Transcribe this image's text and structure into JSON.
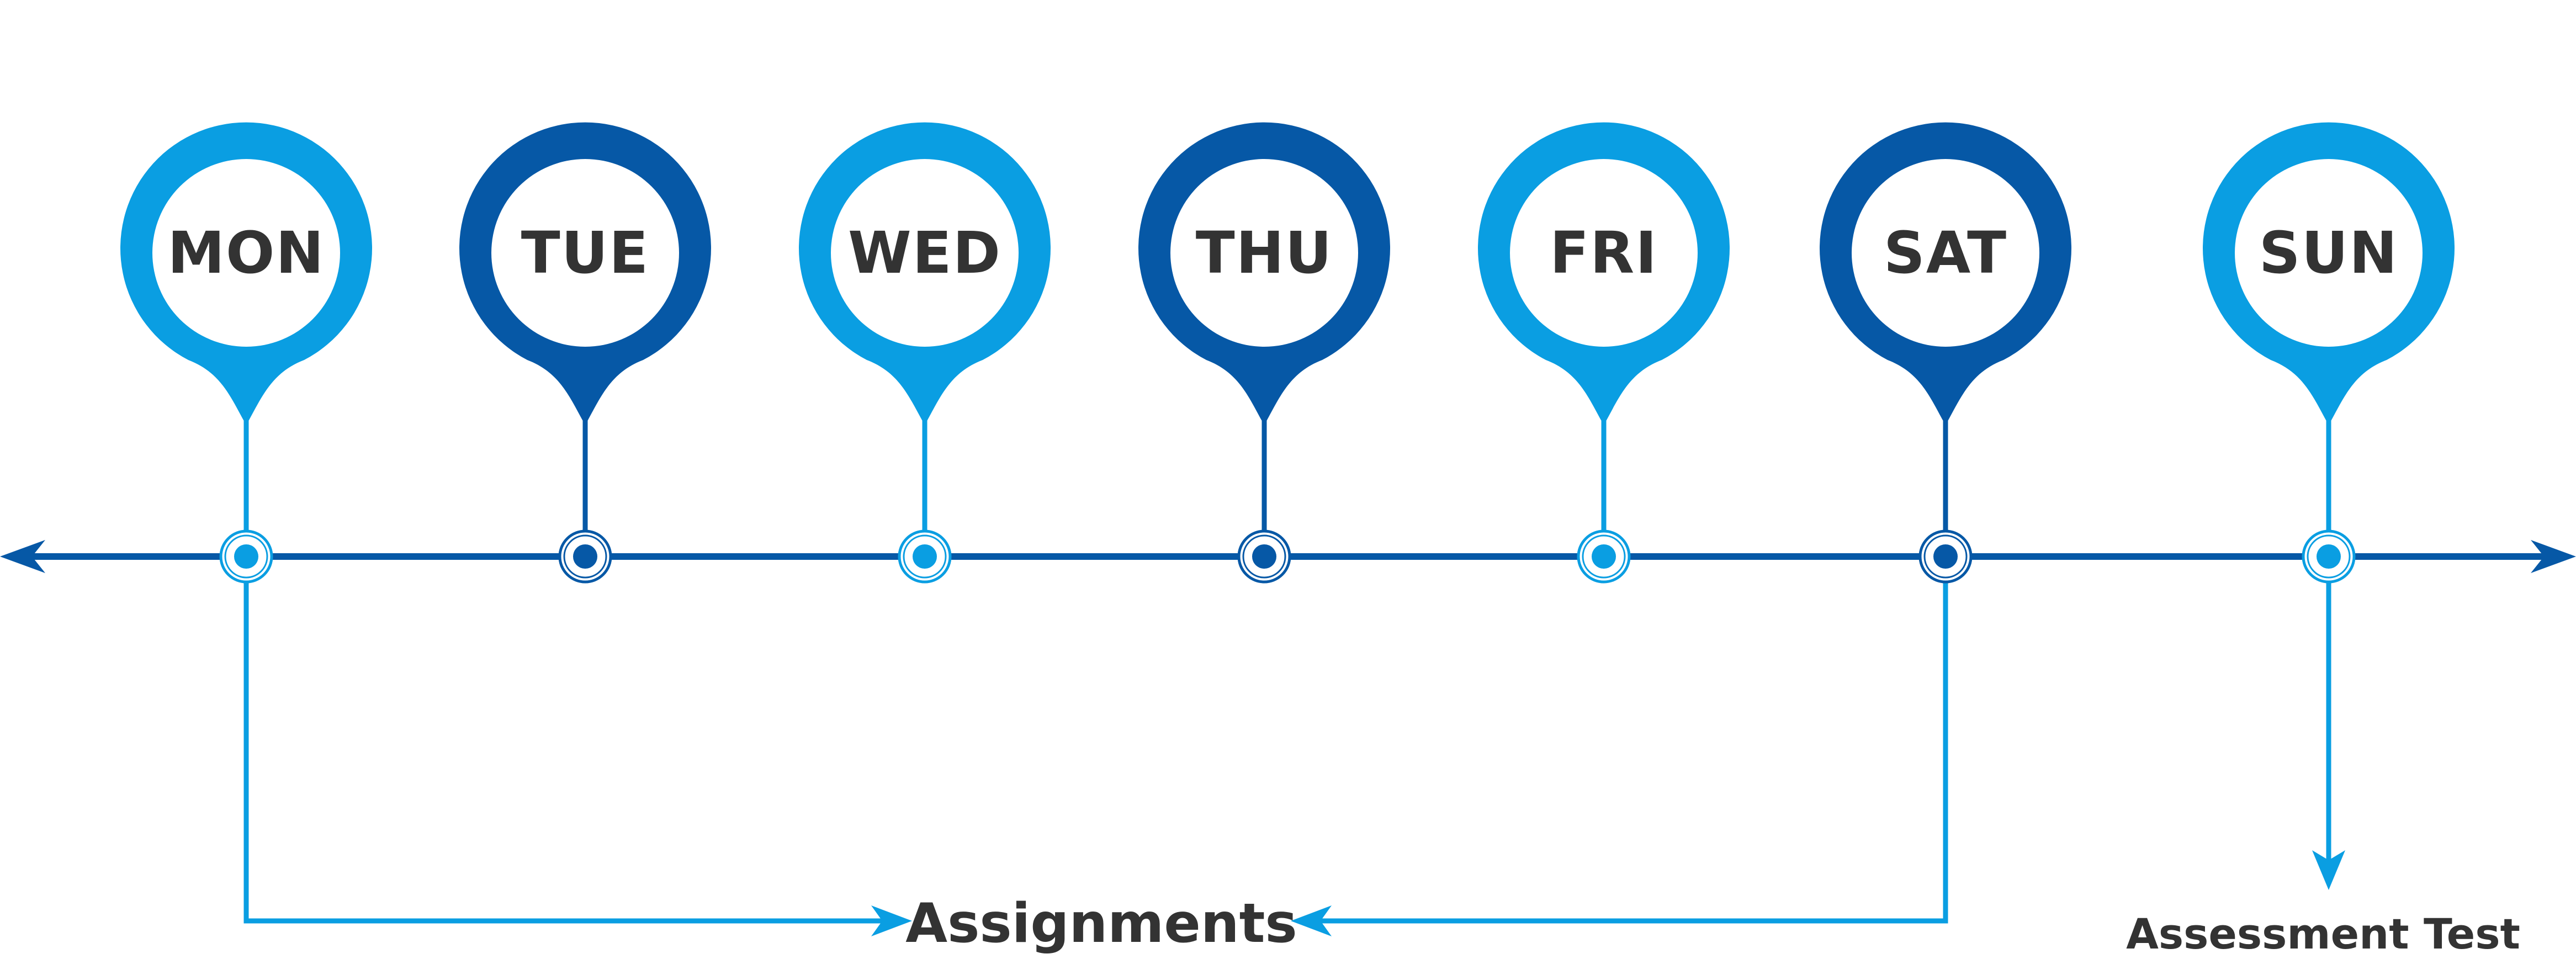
{
  "colors": {
    "light_blue": "#0A9EE2",
    "dark_blue": "#0658A6",
    "text": "#333333",
    "background": "#FFFFFF"
  },
  "days": [
    {
      "label": "MON",
      "color": "light_blue"
    },
    {
      "label": "TUE",
      "color": "dark_blue"
    },
    {
      "label": "WED",
      "color": "light_blue"
    },
    {
      "label": "THU",
      "color": "dark_blue"
    },
    {
      "label": "FRI",
      "color": "light_blue"
    },
    {
      "label": "SAT",
      "color": "dark_blue"
    },
    {
      "label": "SUN",
      "color": "light_blue"
    }
  ],
  "captions": {
    "assignments": "Assignments",
    "assessment_test": "Assessment Test"
  }
}
